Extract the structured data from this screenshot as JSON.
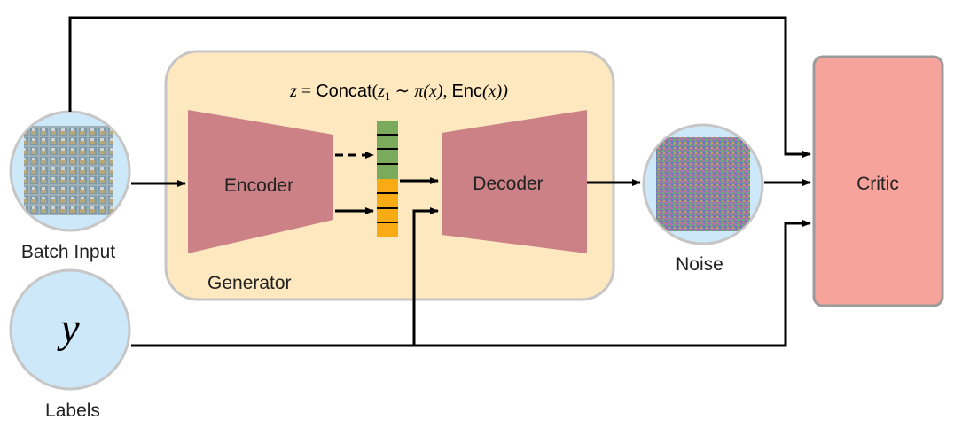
{
  "formula": {
    "z": "z",
    "eq": " = ",
    "concat": "Concat",
    "open": "(",
    "z1": "z",
    "sub1": "1",
    "sim": " ∼ ",
    "pi": "π(x)",
    "comma": ", ",
    "enc": "Enc",
    "enc_arg": "(x))"
  },
  "labels": {
    "encoder": "Encoder",
    "decoder": "Decoder",
    "generator": "Generator",
    "critic": "Critic",
    "batch_input": "Batch Input",
    "labels": "Labels",
    "noise": "Noise",
    "y": "y"
  },
  "colors": {
    "generator_bg": "#fde8bf",
    "generator_border": "#c6c6c6",
    "trapezoid": "#cc8186",
    "latent_green": "#7aab5c",
    "latent_orange": "#f8ab12",
    "circle_fill": "#cde8f8",
    "circle_border": "#c6c6c6",
    "critic_fill": "#f6a39b",
    "critic_border": "#9b9b9b"
  }
}
